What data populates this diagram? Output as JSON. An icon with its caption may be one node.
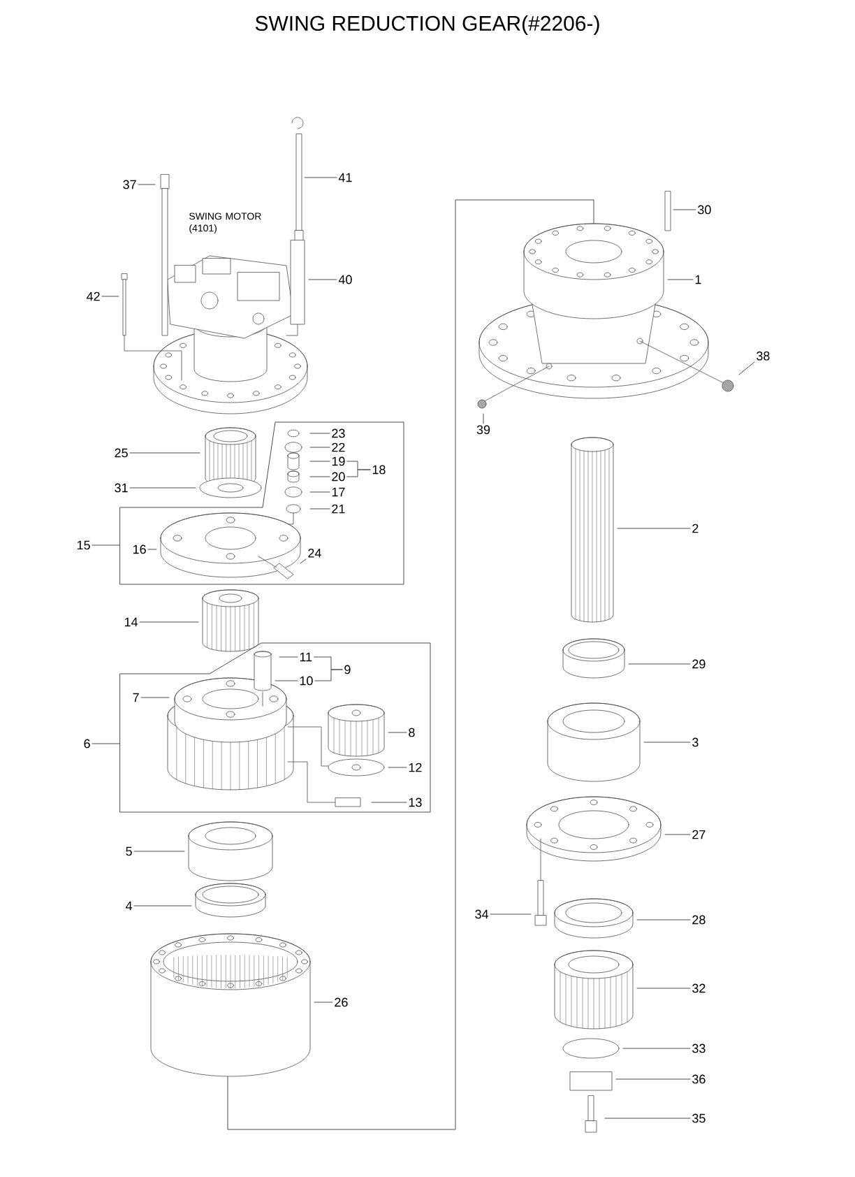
{
  "diagram": {
    "title": "SWING REDUCTION GEAR(#2206-)",
    "nodes": [
      {
        "text": [
          "41"
        ]
      },
      {
        "text": [
          "37"
        ]
      },
      {
        "text": [
          "30"
        ]
      },
      {
        "text": [
          "40"
        ]
      },
      {
        "text": [
          "1"
        ]
      },
      {
        "text": [
          "42"
        ]
      },
      {
        "text": [
          "38"
        ]
      },
      {
        "text": [
          "39"
        ]
      },
      {
        "text": [
          "25"
        ]
      },
      {
        "text": [
          "31"
        ]
      },
      {
        "text": [],
        "shape": "box"
      },
      {
        "text": [
          "23"
        ],
        "in": 10
      },
      {
        "text": [
          "22"
        ],
        "in": 10
      },
      {
        "text": [
          "19"
        ],
        "in": 10
      },
      {
        "text": [
          "18"
        ],
        "in": 10
      },
      {
        "text": [
          "20"
        ],
        "in": 10
      },
      {
        "text": [
          "17"
        ],
        "in": 10
      },
      {
        "text": [
          "21"
        ],
        "in": 10
      },
      {
        "text": [
          "15"
        ]
      },
      {
        "text": [
          "16"
        ],
        "in": 10
      },
      {
        "text": [
          "24"
        ],
        "in": 10
      },
      {
        "text": [
          "14"
        ]
      },
      {
        "text": [],
        "shape": "box"
      },
      {
        "text": [
          "11"
        ],
        "in": 22
      },
      {
        "text": [
          "10"
        ],
        "in": 22
      },
      {
        "text": [
          "9"
        ],
        "in": 22
      },
      {
        "text": [
          "7"
        ],
        "in": 22
      },
      {
        "text": [
          "8"
        ],
        "in": 22
      },
      {
        "text": [
          "6"
        ]
      },
      {
        "text": [
          "12"
        ],
        "in": 22
      },
      {
        "text": [
          "13"
        ],
        "in": 22
      },
      {
        "text": [
          "5"
        ]
      },
      {
        "text": [
          "4"
        ]
      },
      {
        "text": [
          "34"
        ]
      },
      {
        "text": [
          "26"
        ]
      },
      {
        "text": [
          "2"
        ]
      },
      {
        "text": [
          "29"
        ]
      },
      {
        "text": [
          "3"
        ]
      },
      {
        "text": [
          "27"
        ]
      },
      {
        "text": [
          "28"
        ]
      },
      {
        "text": [
          "32"
        ]
      },
      {
        "text": [
          "33"
        ]
      },
      {
        "text": [
          "36"
        ]
      },
      {
        "text": [
          "35"
        ]
      }
    ],
    "edges": [
      {
        "from": 0,
        "to": null,
        "arrow": "none"
      },
      {
        "from": 1,
        "to": null,
        "arrow": "none"
      },
      {
        "from": 2,
        "to": null,
        "arrow": "none"
      },
      {
        "from": 3,
        "to": null,
        "arrow": "none"
      },
      {
        "from": 4,
        "to": null,
        "arrow": "none"
      },
      {
        "from": 5,
        "to": null,
        "arrow": "none"
      },
      {
        "from": 6,
        "to": null,
        "arrow": "none"
      },
      {
        "from": 7,
        "to": null,
        "arrow": "none"
      },
      {
        "from": 8,
        "to": null,
        "arrow": "none"
      },
      {
        "from": 9,
        "to": null,
        "arrow": "none"
      },
      {
        "from": 11,
        "to": null,
        "arrow": "none"
      },
      {
        "from": 12,
        "to": null,
        "arrow": "none"
      },
      {
        "from": 13,
        "to": null,
        "arrow": "none"
      },
      {
        "from": 14,
        "to": 13,
        "arrow": "none"
      },
      {
        "from": 14,
        "to": 15,
        "arrow": "none"
      },
      {
        "from": 15,
        "to": null,
        "arrow": "none"
      },
      {
        "from": 16,
        "to": null,
        "arrow": "none"
      },
      {
        "from": 17,
        "to": null,
        "arrow": "none"
      },
      {
        "from": 18,
        "to": 10,
        "arrow": "none"
      },
      {
        "from": 19,
        "to": null,
        "arrow": "none"
      },
      {
        "from": 20,
        "to": null,
        "arrow": "none"
      },
      {
        "from": 21,
        "to": null,
        "arrow": "none"
      },
      {
        "from": 23,
        "to": null,
        "arrow": "none"
      },
      {
        "from": 24,
        "to": null,
        "arrow": "none"
      },
      {
        "from": 25,
        "to": 23,
        "arrow": "none"
      },
      {
        "from": 25,
        "to": 24,
        "arrow": "none"
      },
      {
        "from": 26,
        "to": null,
        "arrow": "none"
      },
      {
        "from": 27,
        "to": null,
        "arrow": "none"
      },
      {
        "from": 28,
        "to": 22,
        "arrow": "none"
      },
      {
        "from": 29,
        "to": null,
        "arrow": "none"
      },
      {
        "from": 30,
        "to": null,
        "arrow": "none"
      },
      {
        "from": 31,
        "to": null,
        "arrow": "none"
      },
      {
        "from": 32,
        "to": null,
        "arrow": "none"
      },
      {
        "from": 33,
        "to": null,
        "arrow": "none"
      },
      {
        "from": 34,
        "to": null,
        "arrow": "none"
      },
      {
        "from": 35,
        "to": null,
        "arrow": "none"
      },
      {
        "from": 36,
        "to": null,
        "arrow": "none"
      },
      {
        "from": 37,
        "to": null,
        "arrow": "none"
      },
      {
        "from": 38,
        "to": null,
        "arrow": "none"
      },
      {
        "from": 39,
        "to": null,
        "arrow": "none"
      },
      {
        "from": 40,
        "to": null,
        "arrow": "none"
      },
      {
        "from": 41,
        "to": null,
        "arrow": "none"
      },
      {
        "from": 42,
        "to": null,
        "arrow": "none"
      },
      {
        "from": 43,
        "to": null,
        "arrow": "none"
      }
    ],
    "labels": [
      "SWING MOTOR (4101)"
    ]
  }
}
